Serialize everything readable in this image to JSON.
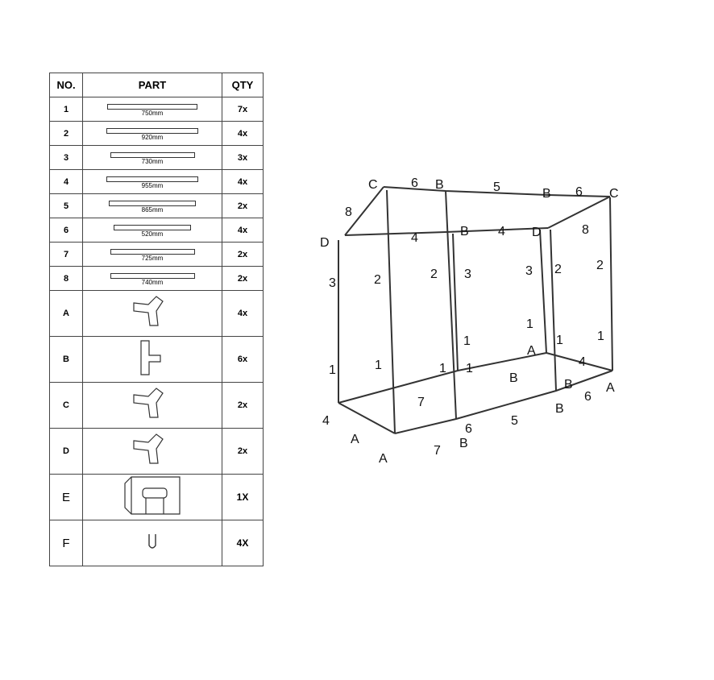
{
  "table": {
    "headers": {
      "no": "NO.",
      "part": "PART",
      "qty": "QTY"
    },
    "rods": [
      {
        "no": "1",
        "length": "750mm",
        "qty": "7x"
      },
      {
        "no": "2",
        "length": "920mm",
        "qty": "4x"
      },
      {
        "no": "3",
        "length": "730mm",
        "qty": "3x"
      },
      {
        "no": "4",
        "length": "955mm",
        "qty": "4x"
      },
      {
        "no": "5",
        "length": "865mm",
        "qty": "2x"
      },
      {
        "no": "6",
        "length": "520mm",
        "qty": "4x"
      },
      {
        "no": "7",
        "length": "725mm",
        "qty": "2x"
      },
      {
        "no": "8",
        "length": "740mm",
        "qty": "2x"
      }
    ],
    "fittings": [
      {
        "no": "A",
        "icon": "y-connector-icon",
        "qty": "4x"
      },
      {
        "no": "B",
        "icon": "t-connector-icon",
        "qty": "6x"
      },
      {
        "no": "C",
        "icon": "y-connector-icon",
        "qty": "2x"
      },
      {
        "no": "D",
        "icon": "y-connector-icon",
        "qty": "2x"
      },
      {
        "no": "E",
        "icon": "cover-icon",
        "qty": "1X"
      },
      {
        "no": "F",
        "icon": "u-clip-icon",
        "qty": "4X"
      }
    ]
  },
  "diagram": {
    "labels": [
      "C",
      "6",
      "B",
      "5",
      "B",
      "6",
      "C",
      "8",
      "D",
      "4",
      "B",
      "4",
      "D",
      "8",
      "3",
      "2",
      "2",
      "3",
      "3",
      "2",
      "2",
      "1",
      "1",
      "1",
      "1",
      "1",
      "A",
      "1",
      "1",
      "1",
      "B",
      "4",
      "7",
      "A",
      "4",
      "B",
      "6",
      "A",
      "5",
      "B",
      "7",
      "A",
      "6",
      "B"
    ]
  }
}
